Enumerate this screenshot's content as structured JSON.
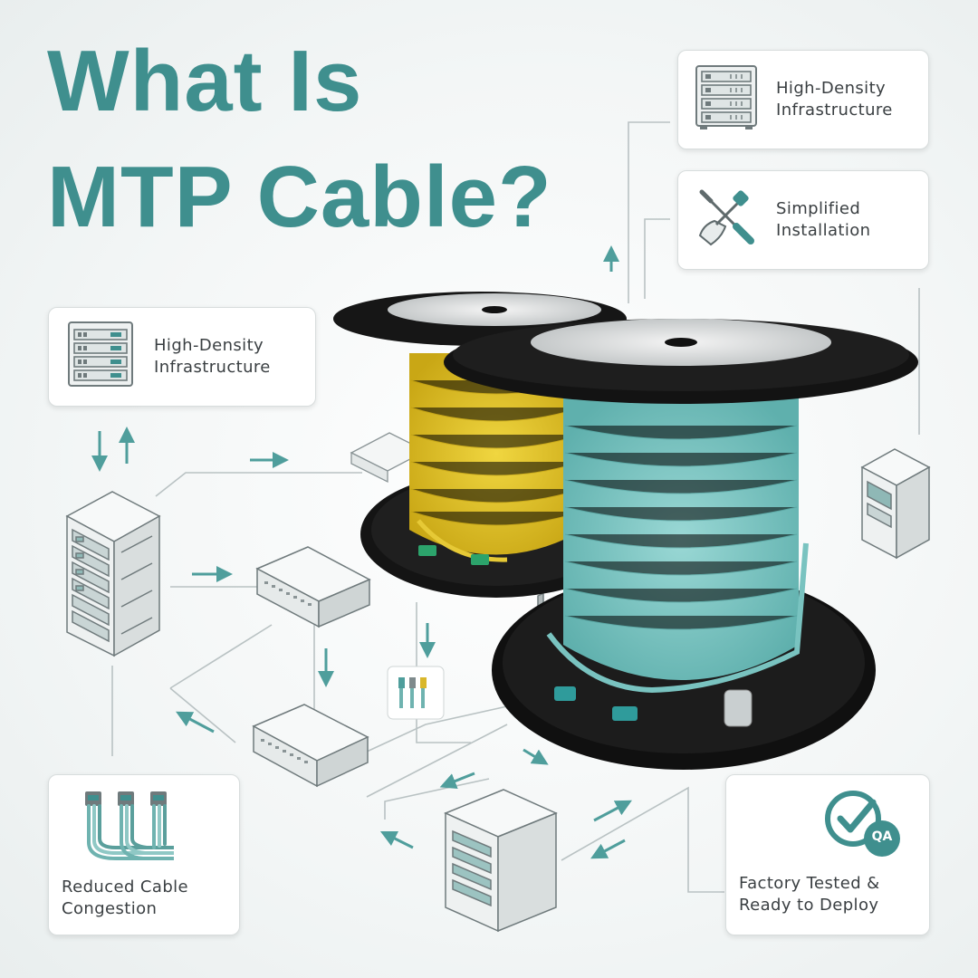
{
  "title": {
    "line1": "What Is",
    "line2": "MTP Cable?"
  },
  "cards": {
    "hd_top": {
      "line1": "High-Density",
      "line2": "Infrastructure",
      "icon": "server-rack-icon"
    },
    "simplified": {
      "line1": "Simplified",
      "line2": "Installation",
      "icon": "tools-icon"
    },
    "hd_left": {
      "line1": "High-Density",
      "line2": "Infrastructure",
      "icon": "server-rack-icon"
    },
    "reduced": {
      "line1": "Reduced Cable",
      "line2": "Congestion",
      "icon": "cable-bundle-icon"
    },
    "factory": {
      "line1": "Factory Tested &",
      "line2": "Ready to Deploy",
      "icon": "qa-check-icon",
      "badge": "QA"
    }
  },
  "colors": {
    "accent": "#3f8f8e",
    "teal_cable": "#79c3c0",
    "yellow_cable": "#e2c22a",
    "spool": "#151515"
  }
}
